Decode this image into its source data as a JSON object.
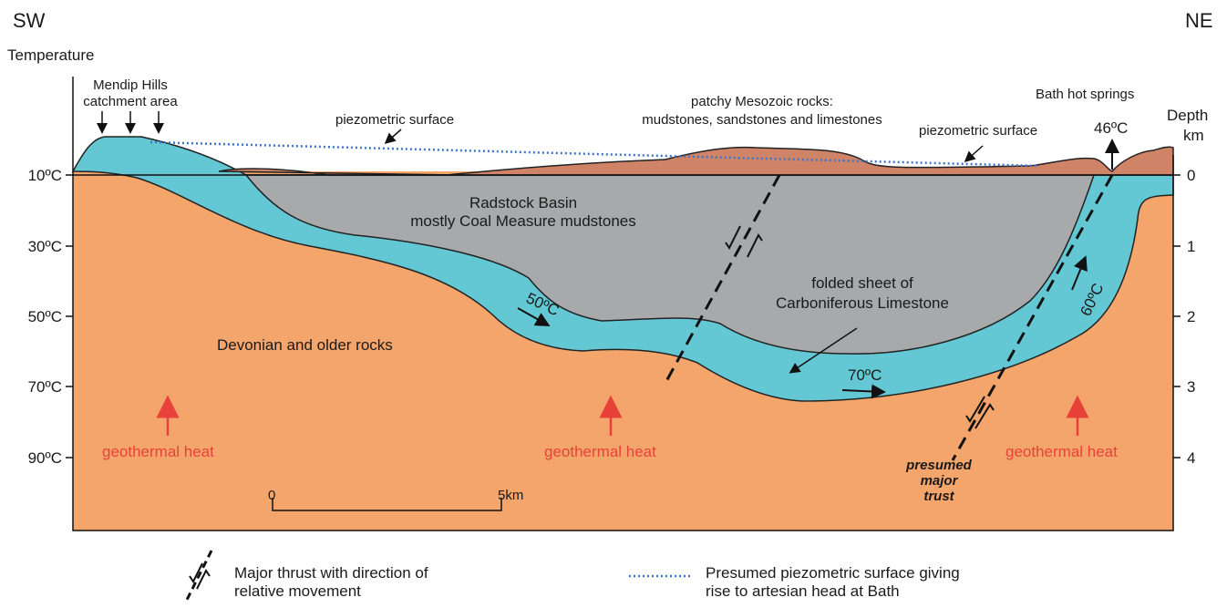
{
  "orientation": {
    "left": "SW",
    "right": "NE"
  },
  "temperature_axis": {
    "title": "Temperature",
    "ticks": [
      "10ºC",
      "30ºC",
      "50ºC",
      "70ºC",
      "90ºC"
    ]
  },
  "depth_axis": {
    "title_line1": "Depth",
    "title_line2": "km",
    "ticks": [
      "0",
      "1",
      "2",
      "3",
      "4"
    ]
  },
  "labels": {
    "mendip_line1": "Mendip Hills",
    "mendip_line2": "catchment area",
    "piezo_left": "piezometric surface",
    "mesozoic_line1": "patchy Mesozoic rocks:",
    "mesozoic_line2": "mudstones, sandstones and limestones",
    "piezo_right": "piezometric surface",
    "bath": "Bath hot springs",
    "bath_temp": "46ºC",
    "radstock_line1": "Radstock Basin",
    "radstock_line2": "mostly Coal Measure mudstones",
    "folded_line1": "folded sheet of",
    "folded_line2": "Carboniferous Limestone",
    "temp_50": "50ºC",
    "temp_70": "70ºC",
    "temp_60": "60ºC",
    "devonian": "Devonian and older rocks",
    "heat1": "geothermal heat",
    "heat2": "geothermal heat",
    "heat3": "geothermal heat",
    "scale_0": "0",
    "scale_5": "5km",
    "thrust_line1": "presumed",
    "thrust_line2": "major",
    "thrust_line3": "trust"
  },
  "legend": {
    "thrust_line1": "Major thrust with direction of",
    "thrust_line2": "relative movement",
    "piezo_line1": "Presumed piezometric surface giving",
    "piezo_line2": "rise to artesian head at Bath"
  },
  "colors": {
    "devonian": "#f4a56b",
    "limestone": "#64c8d4",
    "coal": "#a8a9ab",
    "mesozoic": "#cf8468",
    "heat": "#e8413a",
    "piezo": "#3f74c9"
  }
}
